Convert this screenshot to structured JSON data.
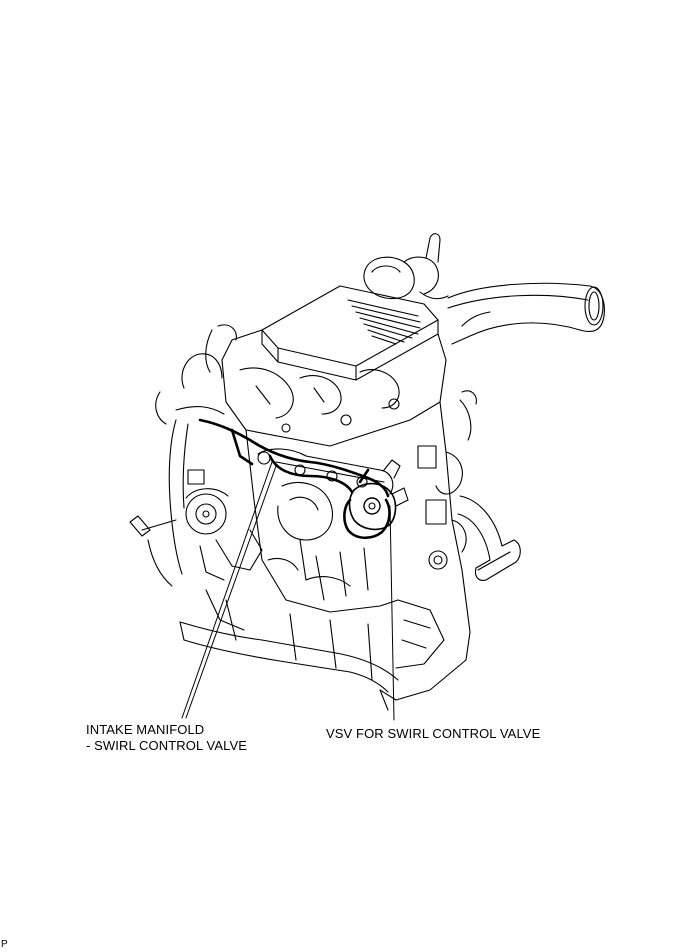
{
  "labels": {
    "intake_line1": "INTAKE MANIFOLD",
    "intake_line2": "- SWIRL CONTROL VALVE",
    "vsv": "VSV FOR SWIRL CONTROL VALVE"
  },
  "footer": {
    "mark": "P"
  },
  "colors": {
    "line": "#000000",
    "background": "#ffffff"
  }
}
